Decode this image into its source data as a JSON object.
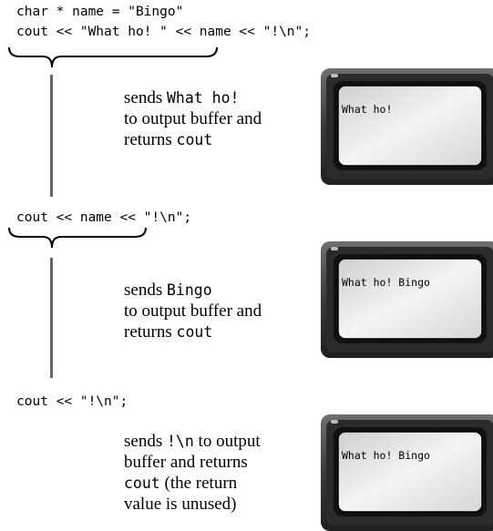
{
  "code": {
    "line1": "char * name = \"Bingo\"",
    "line2": "cout << \"What ho! \" << name << \"!\\n\";",
    "line3": "cout << name << \"!\\n\";",
    "line4": "cout << \"!\\n\";"
  },
  "step1": {
    "l1_pre": "sends ",
    "l1_code": "What ho!",
    "l2": "to output buffer and",
    "l3_pre": "returns ",
    "l3_code": "cout",
    "screen": "What ho!"
  },
  "step2": {
    "l1_pre": "sends ",
    "l1_code": "Bingo",
    "l2": "to output buffer and",
    "l3_pre": "returns ",
    "l3_code": "cout",
    "screen": "What ho! Bingo"
  },
  "step3": {
    "l1_pre": "sends ",
    "l1_code": "!\\n",
    "l1_post": " to output",
    "l2": "buffer and returns",
    "l3_code": "cout",
    "l3_post": " (the return",
    "l4": "value is unused)",
    "screen": "What ho! Bingo"
  }
}
